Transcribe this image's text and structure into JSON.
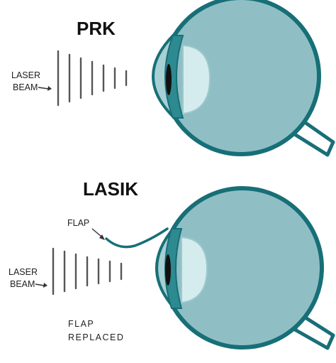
{
  "prk": {
    "title": "PRK",
    "laser_line1": "LASER",
    "laser_line2": "BEAM"
  },
  "lasik": {
    "title": "LASIK",
    "flap_label": "FLAP",
    "laser_line1": "LASER",
    "laser_line2": "BEAM",
    "flap_replaced_line1": "FLAP",
    "flap_replaced_line2": "REPLACED"
  },
  "colors": {
    "eye_fill": "#8fbfc4",
    "eye_outline": "#176f77",
    "cornea_fill": "#2d8a91",
    "lens_fill": "#d5ecee",
    "pupil": "#111111",
    "beam": "#555555"
  }
}
